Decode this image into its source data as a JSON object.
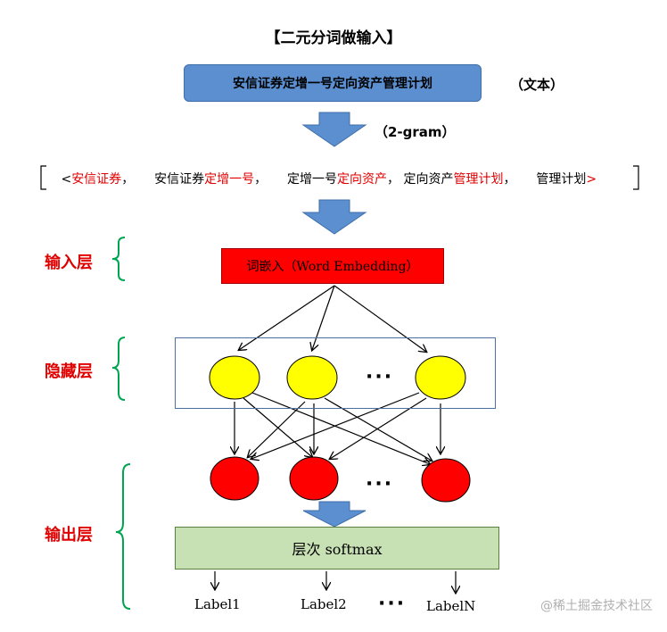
{
  "title": "【二元分词做输入】",
  "input_text": "安信证券定增一号定向资产管理计划",
  "input_text_note": "（文本）",
  "gram_label": "（2-gram）",
  "bigrams": [
    {
      "open": "<",
      "prefix": "",
      "highlight": "安信证券",
      "sep": "，"
    },
    {
      "prefix": "安信证券",
      "highlight": "定增一号",
      "sep": "，"
    },
    {
      "prefix": "定增一号",
      "highlight": "定向资产",
      "sep": "，"
    },
    {
      "prefix": "定向资产",
      "highlight": "管理计划",
      "sep": "，"
    },
    {
      "prefix": "管理计划",
      "highlight": "",
      "close": ">"
    }
  ],
  "layers": {
    "input": "输入层",
    "hidden": "隐藏层",
    "output": "输出层"
  },
  "embedding_label": "词嵌入（Word Embedding）",
  "softmax_label": "层次 softmax",
  "hidden_dots": "···",
  "output_dots": "···",
  "label_dots": "···",
  "outputs": [
    "Label1",
    "Label2",
    "LabelN"
  ],
  "watermark": "@稀土掘金技术社区",
  "colors": {
    "arrow_blue": "#5b8fd0",
    "hidden_node": "#ffff00",
    "output_node": "#ff0000",
    "bracket_green": "#00a550",
    "highlight_red": "#e00000"
  }
}
